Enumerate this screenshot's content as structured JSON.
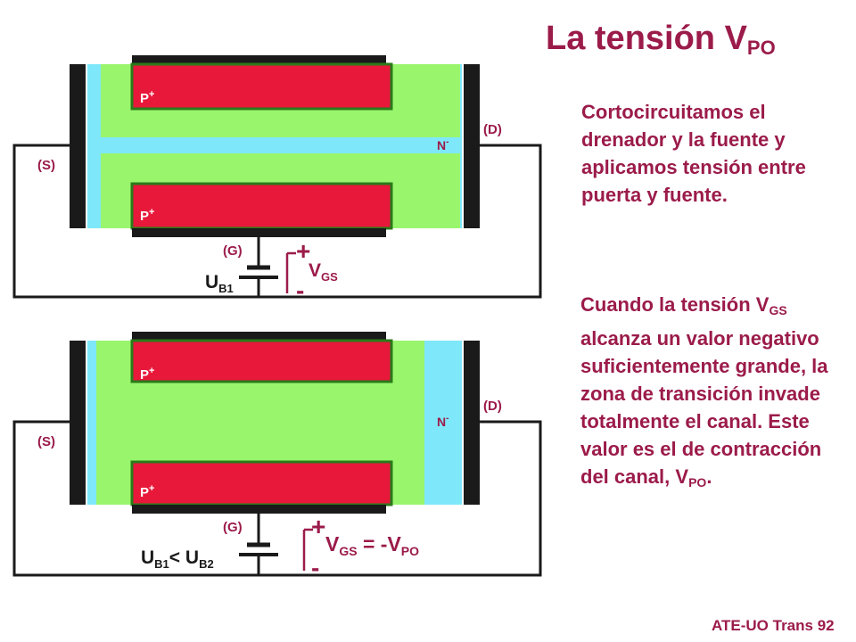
{
  "title": {
    "main": "La tensión V",
    "sub": "PO"
  },
  "paragraph1": "Cortocircuitamos el drenador y la fuente y aplicamos tensión entre puerta y fuente.",
  "paragraph2": {
    "line1_pre": "Cuando la tensión V",
    "line1_sub": "GS",
    "body": "alcanza un valor negativo suficientemente grande, la zona de transición invade totalmente el canal. Este valor es el de contracción del canal,",
    "end_main": "V",
    "end_sub": "PO",
    "end_dot": "."
  },
  "footer": "ATE-UO Trans 92",
  "diagram_top": {
    "p_plus_upper": {
      "main": "P",
      "sup": "+"
    },
    "p_plus_lower": {
      "main": "P",
      "sup": "+"
    },
    "n_minus": {
      "main": "N",
      "sup": "-"
    },
    "source": "(S)",
    "drain": "(D)",
    "gate": "(G)",
    "battery": {
      "main": "U",
      "sub": "B1"
    },
    "plus": "+",
    "minus": "-",
    "vgs": {
      "main": "V",
      "sub": "GS"
    }
  },
  "diagram_bottom": {
    "p_plus_upper": {
      "main": "P",
      "sup": "+"
    },
    "p_plus_lower": {
      "main": "P",
      "sup": "+"
    },
    "n_minus": {
      "main": "N",
      "sup": "-"
    },
    "source": "(S)",
    "drain": "(D)",
    "gate": "(G)",
    "battery": {
      "main1": "U",
      "sub1": "B1",
      "lt": "< U",
      "sub2": "B2"
    },
    "plus": "+",
    "minus": "-",
    "vgs": {
      "main": "V",
      "sub": "GS",
      "eq": " = -V",
      "sub2": "PO"
    }
  },
  "colors": {
    "text": "#9b1b4a",
    "p_region": "#e8183a",
    "depletion": "#99f56c",
    "channel": "#7ee8fa",
    "contact": "#1a1a1a",
    "wire": "#1a1a1a"
  }
}
